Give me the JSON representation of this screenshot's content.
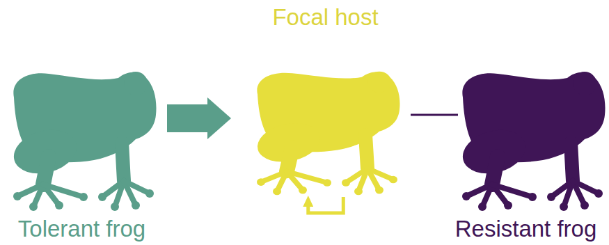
{
  "diagram": {
    "nodes": [
      {
        "text": [
          "Tolerant frog"
        ]
      },
      {
        "text": [
          "Focal host"
        ]
      },
      {
        "text": [
          "Resistant frog"
        ]
      }
    ],
    "edges": [
      {
        "from": 0,
        "to": 1,
        "arrow": "to"
      },
      {
        "from": 1,
        "to": 2,
        "arrow": "none"
      },
      {
        "from": 1,
        "to": 1,
        "arrow": "to"
      }
    ]
  }
}
